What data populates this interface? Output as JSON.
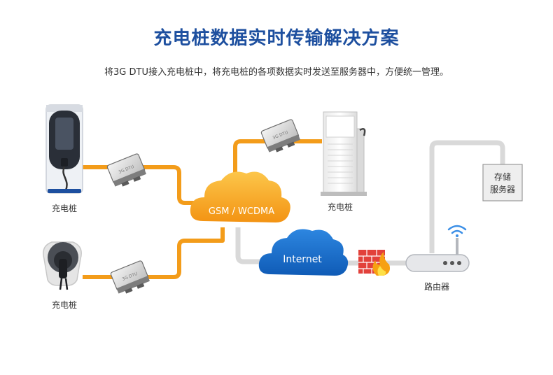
{
  "title": "充电桩数据实时传输解决方案",
  "subtitle": "将3G DTU接入充电桩中，将充电桩的各项数据实时发送至服务器中，方便统一管理。",
  "nodes": {
    "charger_top": "充电桩",
    "charger_bottom": "充电桩",
    "charger_pillar": "充电桩",
    "network_cloud": "GSM / WCDMA",
    "internet_cloud": "Internet",
    "router": "路由器",
    "storage_line1": "存储",
    "storage_line2": "服务器"
  },
  "dtu_label": "3G DTU",
  "colors": {
    "title": "#1d4f9f",
    "link": "#f39c1a",
    "cloud_orange": "#f7a21b",
    "cloud_blue": "#1769c6",
    "gray_link": "#d9d9d9",
    "wifi": "#3a8ee6"
  }
}
